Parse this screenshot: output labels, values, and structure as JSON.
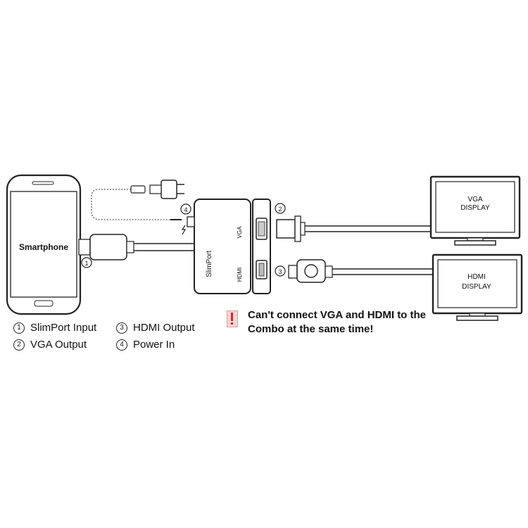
{
  "diagram": {
    "smartphone_label": "Smartphone",
    "adapter_label": "SlimPort",
    "vga_port_label": "VGA",
    "hdmi_port_label": "HDMI",
    "vga_display_label_line1": "VGA",
    "vga_display_label_line2": "DISPLAY",
    "hdmi_display_label_line1": "HDMI",
    "hdmi_display_label_line2": "DISPLAY",
    "callout_1": "1",
    "callout_2": "2",
    "callout_3": "3",
    "callout_4": "4"
  },
  "legend": {
    "item1_num": "1",
    "item1_text": "SlimPort Input",
    "item2_num": "2",
    "item2_text": "VGA Output",
    "item3_num": "3",
    "item3_text": "HDMI Output",
    "item4_num": "4",
    "item4_text": "Power In"
  },
  "warning": {
    "line1": "Can't connect VGA and HDMI to the",
    "line2": "Combo at the same time!",
    "accent_color": "#dd2222"
  }
}
